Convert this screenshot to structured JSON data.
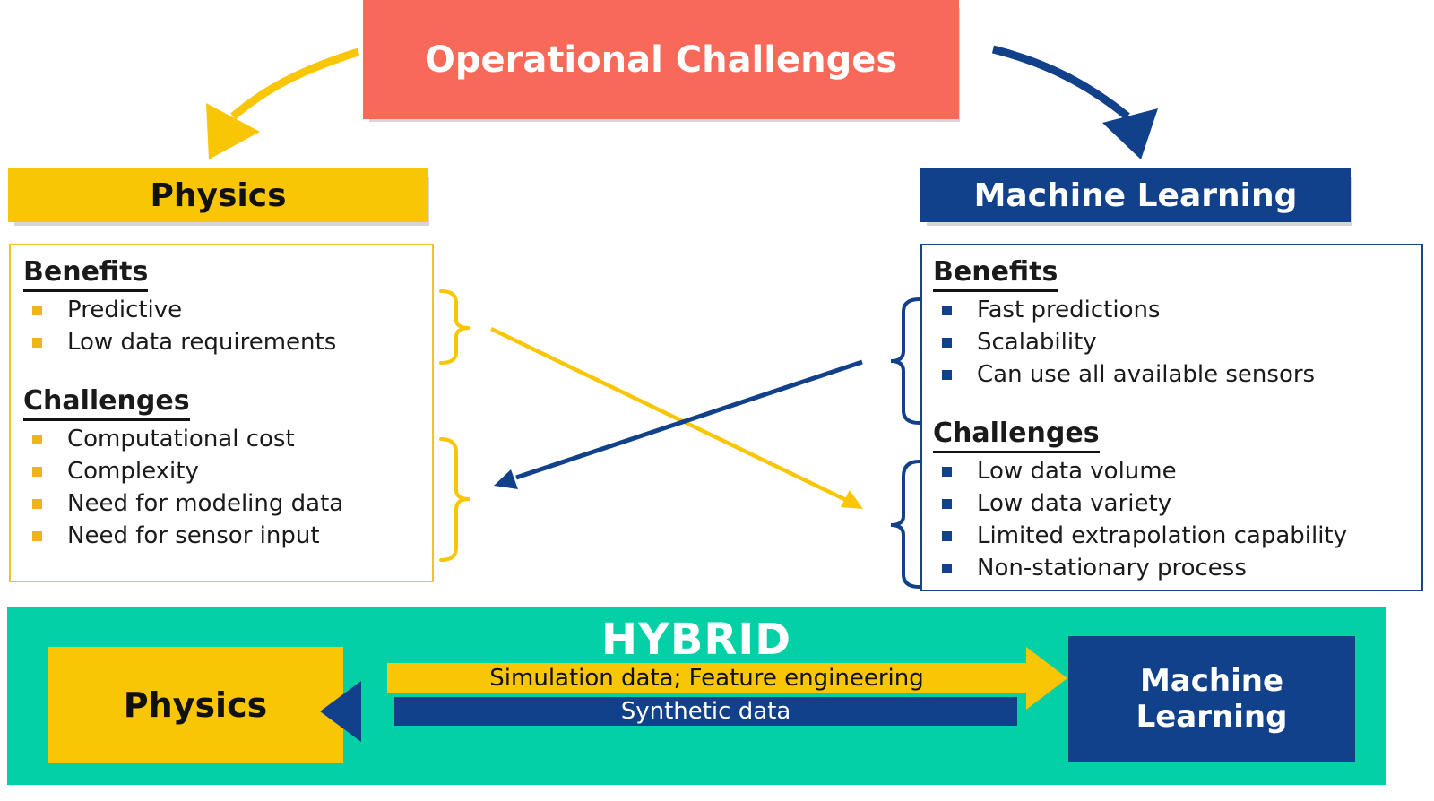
{
  "title": {
    "label": "Operational Challenges"
  },
  "colors": {
    "salmon": "#F8695A",
    "yellow": "#F9C606",
    "navy": "#12418C",
    "teal": "#04D0A5",
    "text": "#1a1a1a",
    "white": "#ffffff"
  },
  "physics": {
    "header": "Physics",
    "benefits_title": "Benefits",
    "benefits": [
      "Predictive",
      "Low data requirements"
    ],
    "challenges_title": "Challenges",
    "challenges": [
      "Computational cost",
      "Complexity",
      "Need for modeling data",
      "Need for sensor input"
    ]
  },
  "machine_learning": {
    "header": "Machine Learning",
    "benefits_title": "Benefits",
    "benefits": [
      "Fast predictions",
      "Scalability",
      "Can use all available sensors"
    ],
    "challenges_title": "Challenges",
    "challenges": [
      "Low data volume",
      "Low data variety",
      "Limited extrapolation capability",
      "Non-stationary process"
    ]
  },
  "hybrid": {
    "title": "HYBRID",
    "physics_label": "Physics",
    "ml_label": "Machine Learning",
    "physics_to_ml_label": "Simulation data; Feature engineering",
    "ml_to_physics_label": "Synthetic data"
  }
}
